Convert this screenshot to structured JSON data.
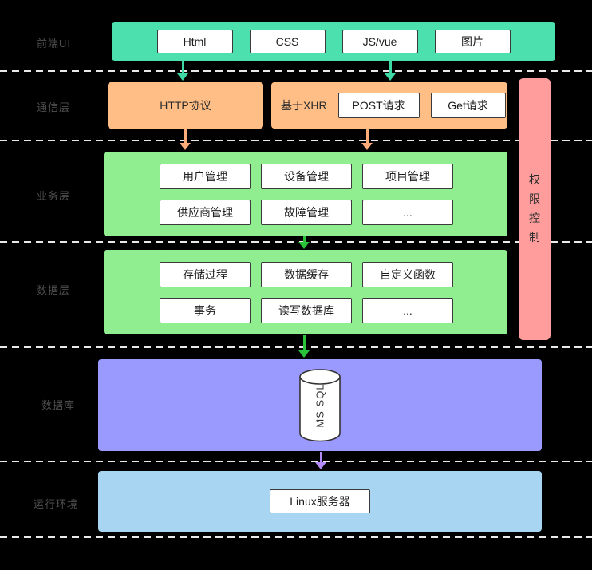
{
  "layers": {
    "frontend": {
      "label": "前端UI",
      "items": [
        "Html",
        "CSS",
        "JS/vue",
        "图片"
      ]
    },
    "communication": {
      "label": "通信层",
      "http_box": "HTTP协议",
      "xhr_box_label": "基于XHR",
      "xhr_items": [
        "POST请求",
        "Get请求"
      ]
    },
    "business": {
      "label": "业务层",
      "items": [
        "用户管理",
        "设备管理",
        "项目管理",
        "供应商管理",
        "故障管理",
        "..."
      ]
    },
    "data": {
      "label": "数据层",
      "items": [
        "存储过程",
        "数据缓存",
        "自定义函数",
        "事务",
        "读写数据库",
        "..."
      ]
    },
    "database": {
      "label": "数据库",
      "db_name": "MS SQL"
    },
    "runtime": {
      "label": "运行环境",
      "server": "Linux服务器"
    }
  },
  "permission": {
    "label": "权限控制"
  },
  "colors": {
    "frontend_band": "#4ce0ae",
    "comm_box": "#ffbe85",
    "layer_green": "#90ee90",
    "database_purple": "#9a99fe",
    "permission_pink": "#ff9d9d",
    "runtime_blue": "#a8d6f2",
    "arrow_teal": "#3fd9a6",
    "arrow_orange": "#ffab7a",
    "arrow_green": "#2bc33a",
    "arrow_violet": "#b48bfa"
  }
}
